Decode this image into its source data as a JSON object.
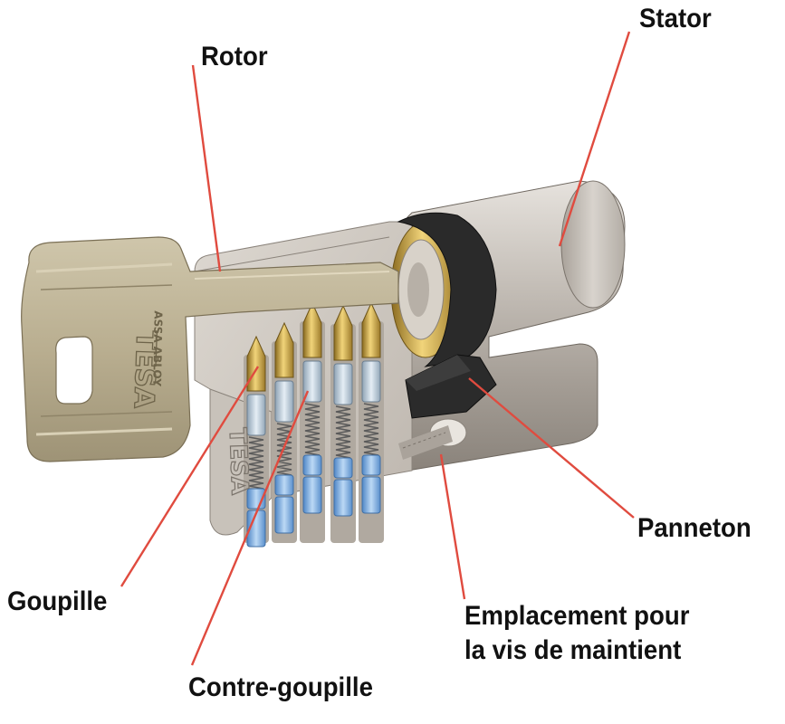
{
  "labels": {
    "stator": "Stator",
    "rotor": "Rotor",
    "panneton": "Panneton",
    "goupille": "Goupille",
    "emplacement_line1": "Emplacement pour",
    "emplacement_line2": "la vis de maintient",
    "contre_goupille": "Contre-goupille"
  },
  "key_engraving": {
    "brand": "TESA",
    "group": "ASSA ABLOY"
  },
  "body_engraving": "TESA",
  "colors": {
    "leader_line": "#e04b3f",
    "label_text": "#111111",
    "brass": "#c9a64a",
    "nickel": "#b8b2aa",
    "spring_blue": "#7fb3e6"
  }
}
